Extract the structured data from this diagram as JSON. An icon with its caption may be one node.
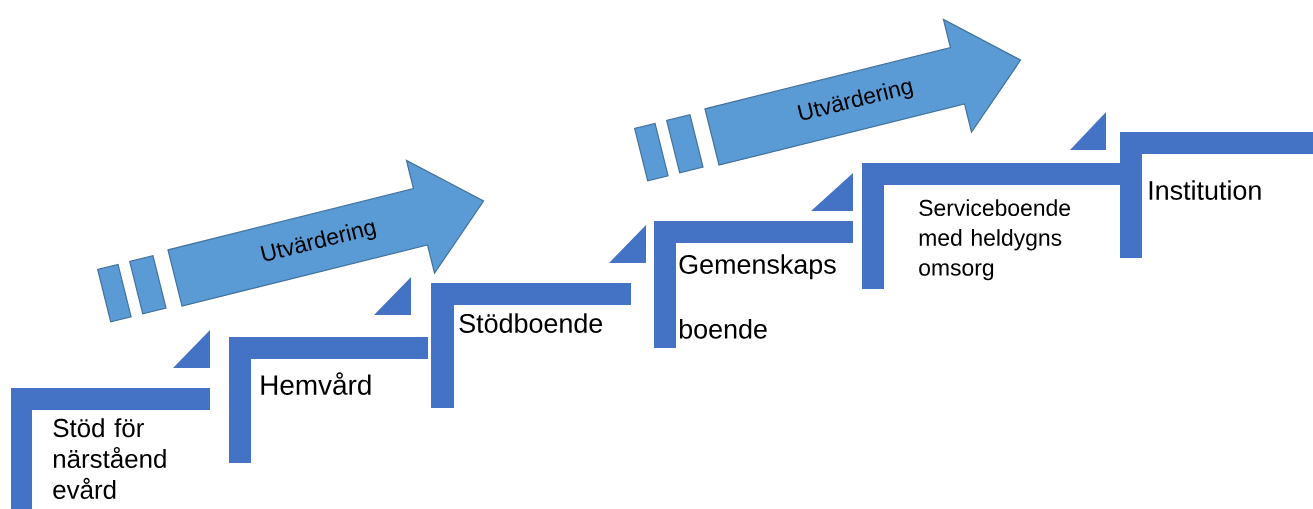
{
  "diagram": {
    "nodes": [
      {
        "text": [
          "Stöd för närståend evård"
        ]
      },
      {
        "text": [
          "Hemvård"
        ]
      },
      {
        "text": [
          "Stödboende"
        ]
      },
      {
        "text": [
          "Gemenskaps boende"
        ]
      },
      {
        "text": [
          "Serviceboende med heldygns omsorg"
        ]
      },
      {
        "text": [
          "Institution"
        ]
      },
      {
        "text": [
          "Utvärdering"
        ]
      },
      {
        "text": [
          "Utvärdering"
        ]
      }
    ]
  }
}
